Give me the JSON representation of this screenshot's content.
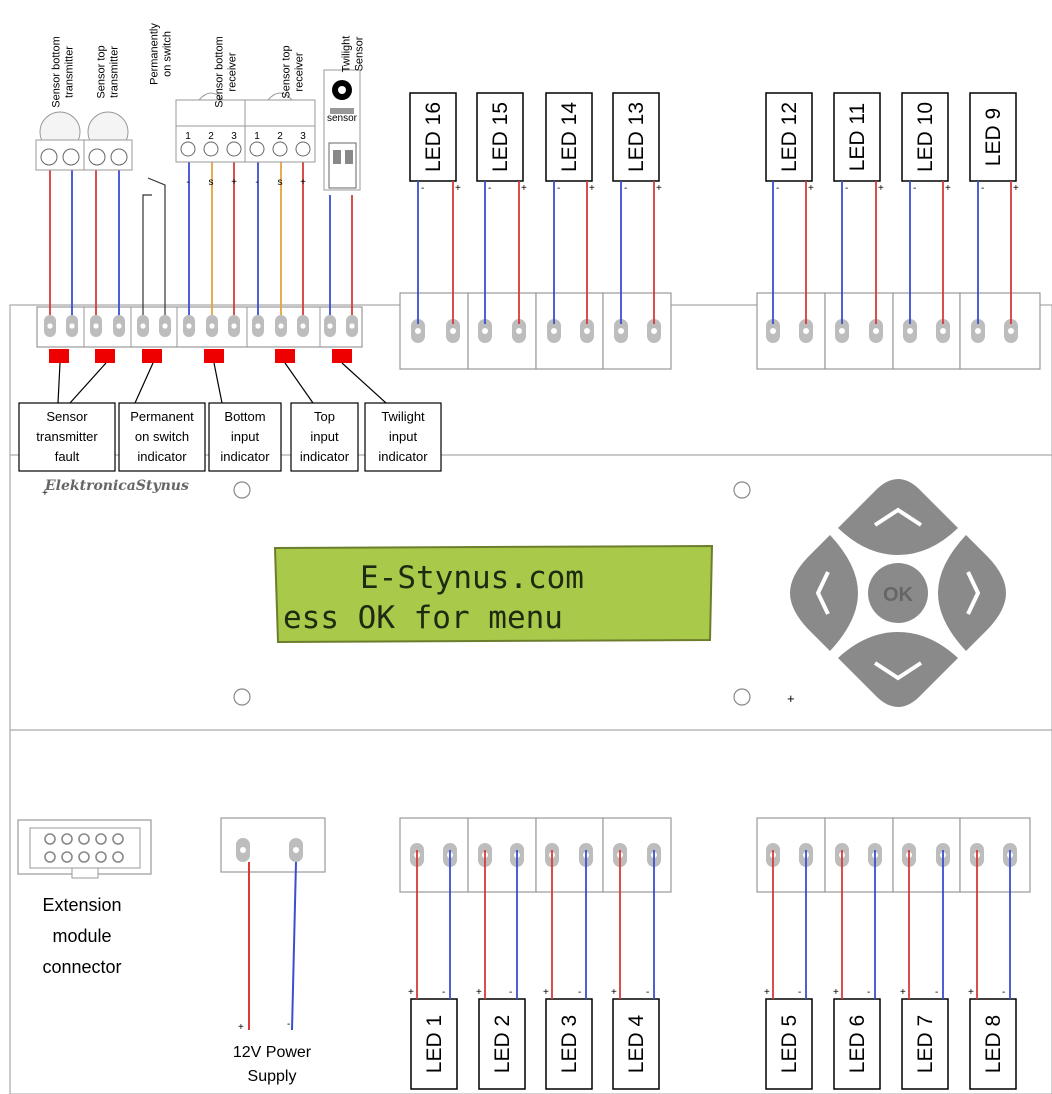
{
  "top_terminals": {
    "sensor_labels": [
      "Sensor bottom\ntransmitter",
      "Sensor top\ntransmitter",
      "Permanently\non switch",
      "Sensor bottom\nreceiver",
      "Sensor top\nreceiver",
      "Twilight\nSensor"
    ],
    "indicator_labels": [
      "Sensor\ntransmitter\nfault",
      "Permanent\non switch\nindicator",
      "Bottom\ninput\nindicator",
      "Top\ninput\nindicator",
      "Twilight\ninput\nindicator"
    ],
    "receiver_pins": [
      "1",
      "2",
      "3"
    ],
    "receiver_polarity": [
      "-",
      "s",
      "+"
    ],
    "sensor_chip_label": "sensor"
  },
  "top_leds": [
    "LED 16",
    "LED 15",
    "LED 14",
    "LED 13",
    "LED 12",
    "LED 11",
    "LED 10",
    "LED 9"
  ],
  "bottom_leds": [
    "LED 1",
    "LED 2",
    "LED 3",
    "LED 4",
    "LED 5",
    "LED 6",
    "LED 7",
    "LED 8"
  ],
  "polarity": {
    "minus": "-",
    "plus": "+"
  },
  "brand": "ElektronicaStynus",
  "lcd": {
    "line1": "E-Stynus.com",
    "line2": "ess OK for menu"
  },
  "keypad": {
    "ok_label": "OK"
  },
  "extension_label": "Extension\nmodule\nconnector",
  "power_label": "12V Power\nSupply",
  "colors": {
    "wire_red": "#d63a3a",
    "wire_blue": "#3a4fd0",
    "wire_orange": "#e8a23a",
    "indicator_red": "#ee0000",
    "lcd_green": "#a9c94a",
    "keypad_grey": "#8a8a8a"
  }
}
